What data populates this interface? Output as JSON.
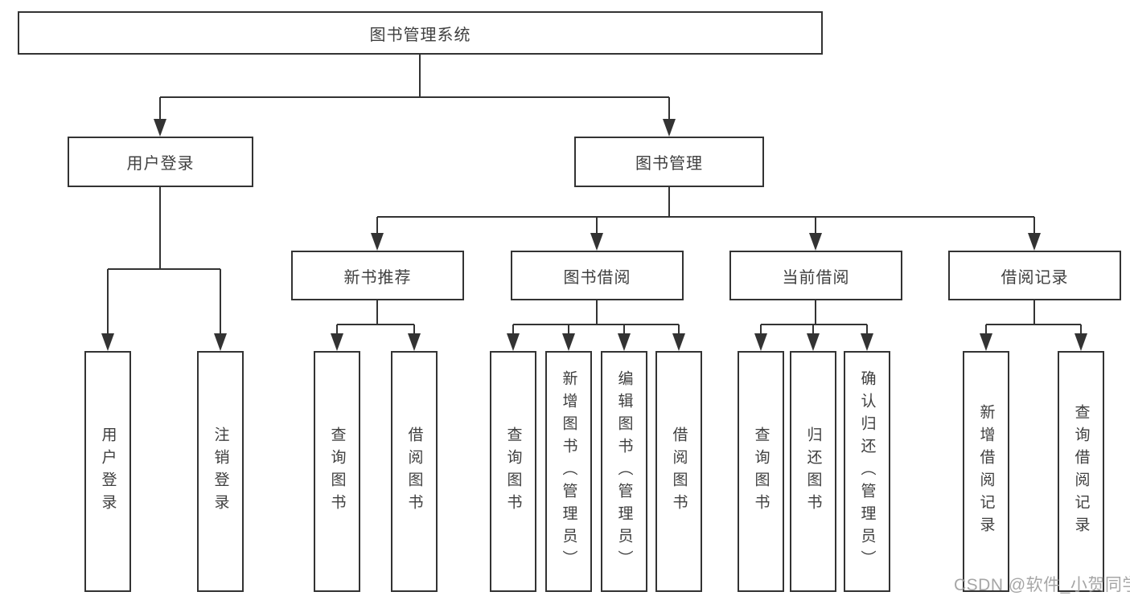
{
  "diagram": {
    "root": {
      "label": "图书管理系统"
    },
    "level2": [
      {
        "label": "用户登录"
      },
      {
        "label": "图书管理"
      }
    ],
    "level3": [
      {
        "label": "新书推荐"
      },
      {
        "label": "图书借阅"
      },
      {
        "label": "当前借阅"
      },
      {
        "label": "借阅记录"
      }
    ],
    "leaves": {
      "user_login": [
        "用户登录",
        "注销登录"
      ],
      "new_book_recommend": [
        "查询图书",
        "借阅图书"
      ],
      "book_borrow": [
        "查询图书",
        "新增图书（管理员）",
        "编辑图书（管理员）",
        "借阅图书"
      ],
      "current_borrow": [
        "查询图书",
        "归还图书",
        "确认归还（管理员）"
      ],
      "borrow_record": [
        "新增借阅记录",
        "查询借阅记录"
      ]
    }
  },
  "watermark": {
    "text": "CSDN @软件_小贺同学"
  },
  "colors": {
    "line": "#333333",
    "text": "#3f3f3f",
    "background": "#ffffff",
    "watermark": "#9f9f9f"
  }
}
